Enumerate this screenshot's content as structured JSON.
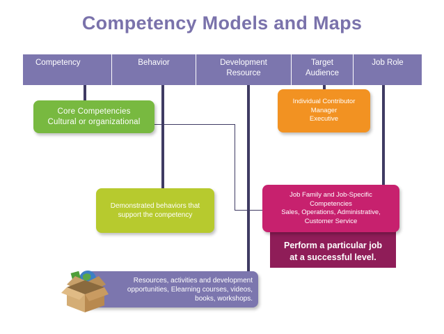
{
  "title": "Competency Models and Maps",
  "columns": [
    {
      "label_lines": [
        "Competency"
      ]
    },
    {
      "label_lines": [
        "Behavior"
      ]
    },
    {
      "label_lines": [
        "Development",
        "Resource"
      ]
    },
    {
      "label_lines": [
        "Target",
        "Audience"
      ]
    },
    {
      "label_lines": [
        "Job Role"
      ]
    }
  ],
  "boxes": {
    "core": {
      "lines": [
        "Core Competencies",
        "Cultural or organizational"
      ]
    },
    "behaviors": {
      "lines": [
        "Demonstrated behaviors that",
        "support the competency"
      ]
    },
    "audience": {
      "lines": [
        "Individual Contributor",
        "Manager",
        "Executive"
      ]
    },
    "job_family": {
      "lines": [
        "Job Family and Job-Specific",
        "Competencies",
        "Sales, Operations, Administrative,",
        "Customer Service"
      ]
    },
    "perform": {
      "lines": [
        "Perform a particular job",
        "at a successful level."
      ]
    },
    "resources": {
      "lines": [
        "Resources, activities and development",
        "opportunities, Elearning courses, videos,",
        "books, workshops."
      ]
    }
  },
  "colors": {
    "header": "#7c76ae",
    "title": "#7a72ab",
    "core": "#78b940",
    "behaviors": "#b7ca2e",
    "audience": "#f29222",
    "job_family": "#c7216e",
    "perform": "#8f1d58",
    "resources": "#7c76ae"
  },
  "icons": {
    "resources_box": "open-cardboard-box-icon"
  }
}
